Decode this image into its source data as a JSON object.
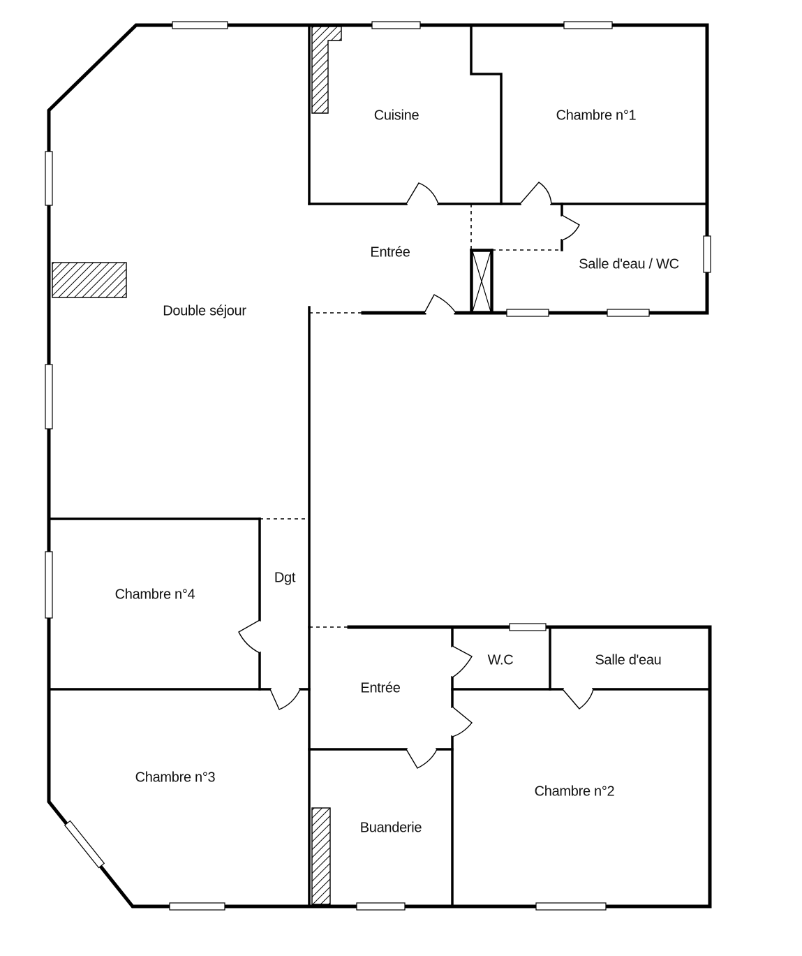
{
  "plan": {
    "rooms": {
      "cuisine": "Cuisine",
      "chambre1": "Chambre n°1",
      "entree_top": "Entrée",
      "salle_eau_wc": "Salle d'eau / WC",
      "double_sejour": "Double séjour",
      "dgt": "Dgt",
      "chambre4": "Chambre n°4",
      "wc": "W.C",
      "salle_eau": "Salle d'eau",
      "entree_bottom": "Entrée",
      "chambre3": "Chambre n°3",
      "chambre2": "Chambre n°2",
      "buanderie": "Buanderie"
    },
    "colors": {
      "wall": "#000000",
      "background": "#ffffff",
      "text": "#111111"
    }
  }
}
